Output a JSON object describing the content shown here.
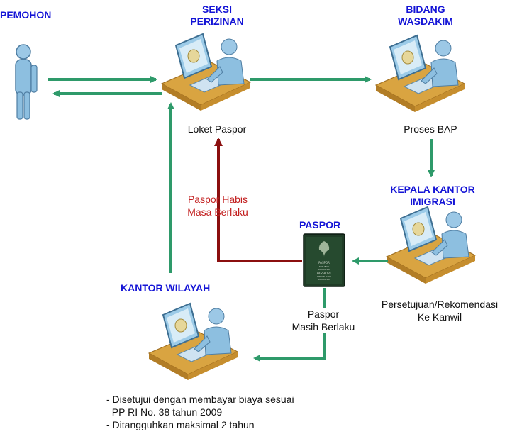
{
  "nodes": {
    "pemohon": {
      "title": "PEMOHON"
    },
    "seksi": {
      "title_line1": "SEKSI",
      "title_line2": "PERIZINAN",
      "caption": "Loket Paspor"
    },
    "bidang": {
      "title_line1": "BIDANG",
      "title_line2": "WASDAKIM",
      "caption": "Proses BAP"
    },
    "kepala": {
      "title_line1": "KEPALA KANTOR",
      "title_line2": "IMIGRASI",
      "caption_line1": "Persetujuan/Rekomendasi",
      "caption_line2": "Ke Kanwil"
    },
    "paspor": {
      "title": "PASPOR",
      "cover_line1": "PASPOR",
      "cover_line2": "REPUBLIK",
      "cover_line3": "INDONESIA",
      "cover_line4": "PASSPORT",
      "cover_line5": "REPUBLIC OF",
      "cover_line6": "INDONESIA"
    },
    "kanwil": {
      "title": "KANTOR WILAYAH"
    }
  },
  "edge_labels": {
    "habis_line1": "Paspor Habis",
    "habis_line2": "Masa Berlaku",
    "berlaku_line1": "Paspor",
    "berlaku_line2": "Masih Berlaku"
  },
  "notes": [
    "- Disetujui dengan membayar biaya sesuai",
    "  PP RI No. 38 tahun 2009",
    "- Ditangguhkan maksimal 2 tahun"
  ],
  "colors": {
    "green": "#2e9a6a",
    "darkred": "#8b0f0f",
    "blue_title": "#1414d6",
    "red_label": "#c21d1d"
  }
}
